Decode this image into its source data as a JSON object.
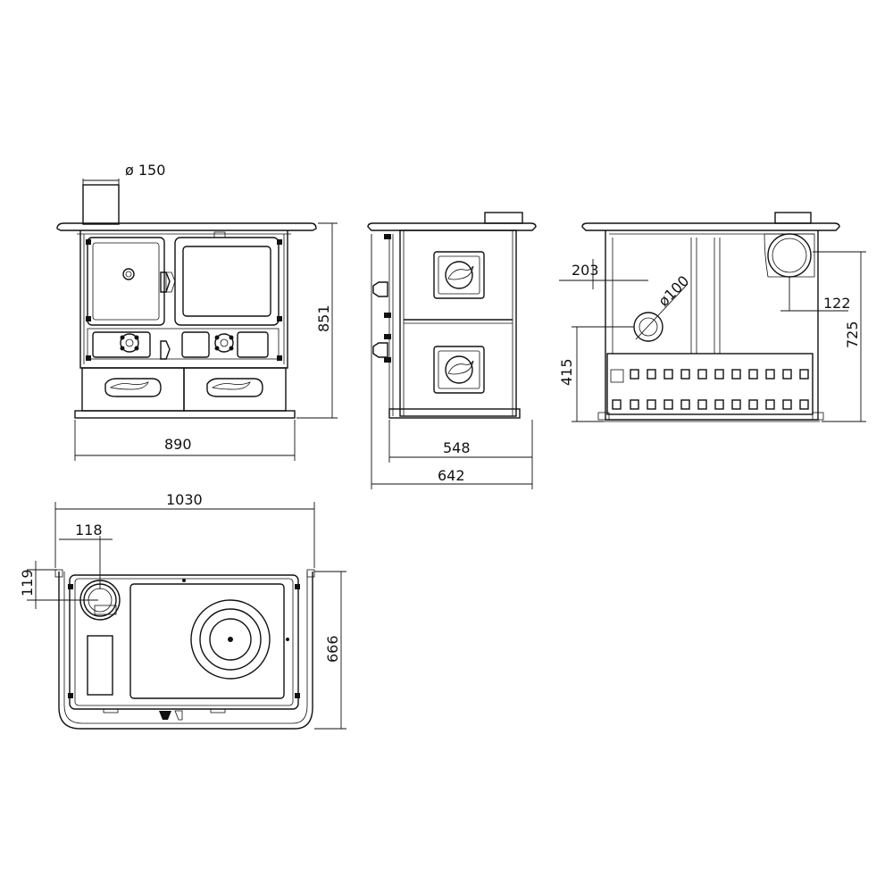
{
  "dimensions": {
    "flue_diameter": "ø 150",
    "front_width": "890",
    "front_height": "851",
    "side_body_depth": "548",
    "side_total_depth": "642",
    "rear_flue_offset": "203",
    "rear_air_diameter": "ø100",
    "rear_flue_side": "122",
    "rear_flue_height": "725",
    "rear_air_height": "415",
    "top_width": "1030",
    "top_flue_x": "118",
    "top_flue_y": "119",
    "top_depth": "666"
  },
  "colors": {
    "line": "#111111",
    "background": "#ffffff"
  }
}
